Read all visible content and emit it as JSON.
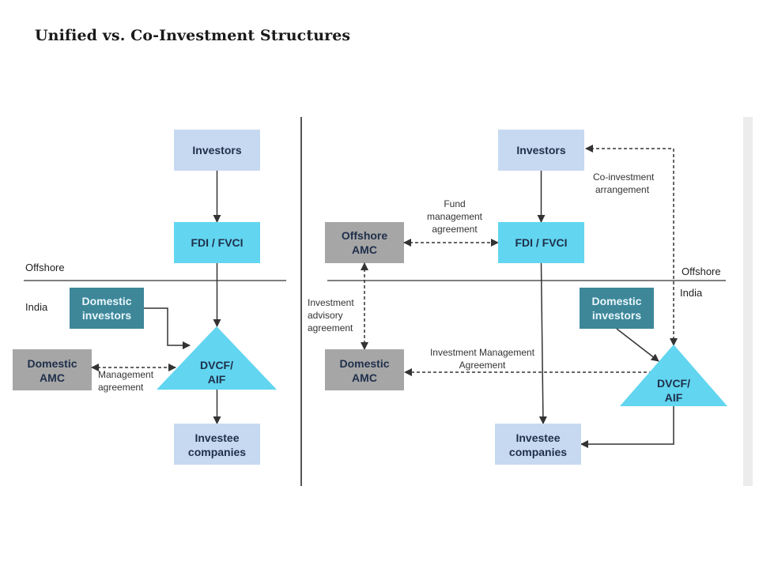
{
  "title": "Unified vs. Co-Investment Structures",
  "colors": {
    "investors_fill": "#c6d9f1",
    "fdi_fill": "#62d5f0",
    "domestic_investors_fill": "#3d8799",
    "amc_fill": "#a6a6a6",
    "triangle_fill": "#62d5f0",
    "line": "#333333"
  },
  "left": {
    "investors": "Investors",
    "fdi_1": "FDI / FVCI",
    "offshore": "Offshore",
    "india": "India",
    "domestic_investors_1": "Domestic",
    "domestic_investors_2": "investors",
    "domestic_amc_1": "Domestic",
    "domestic_amc_2": "AMC",
    "mgmt_agreement_1": "Management",
    "mgmt_agreement_2": "agreement",
    "dvcf_1": "DVCF/",
    "dvcf_2": "AIF",
    "investee_1": "Investee",
    "investee_2": "companies"
  },
  "right": {
    "investors": "Investors",
    "co_investment_1": "Co-investment",
    "co_investment_2": "arrangement",
    "fund_mgmt_1": "Fund",
    "fund_mgmt_2": "management",
    "fund_mgmt_3": "agreement",
    "offshore_amc_1": "Offshore",
    "offshore_amc_2": "AMC",
    "fdi_1": "FDI / FVCI",
    "offshore": "Offshore",
    "india": "India",
    "inv_advisory_1": "Investment",
    "inv_advisory_2": "advisory",
    "inv_advisory_3": "agreement",
    "domestic_investors_1": "Domestic",
    "domestic_investors_2": "investors",
    "inv_mgmt_1": "Investment Management",
    "inv_mgmt_2": "Agreement",
    "domestic_amc_1": "Domestic",
    "domestic_amc_2": "AMC",
    "dvcf_1": "DVCF/",
    "dvcf_2": "AIF",
    "investee_1": "Investee",
    "investee_2": "companies"
  }
}
